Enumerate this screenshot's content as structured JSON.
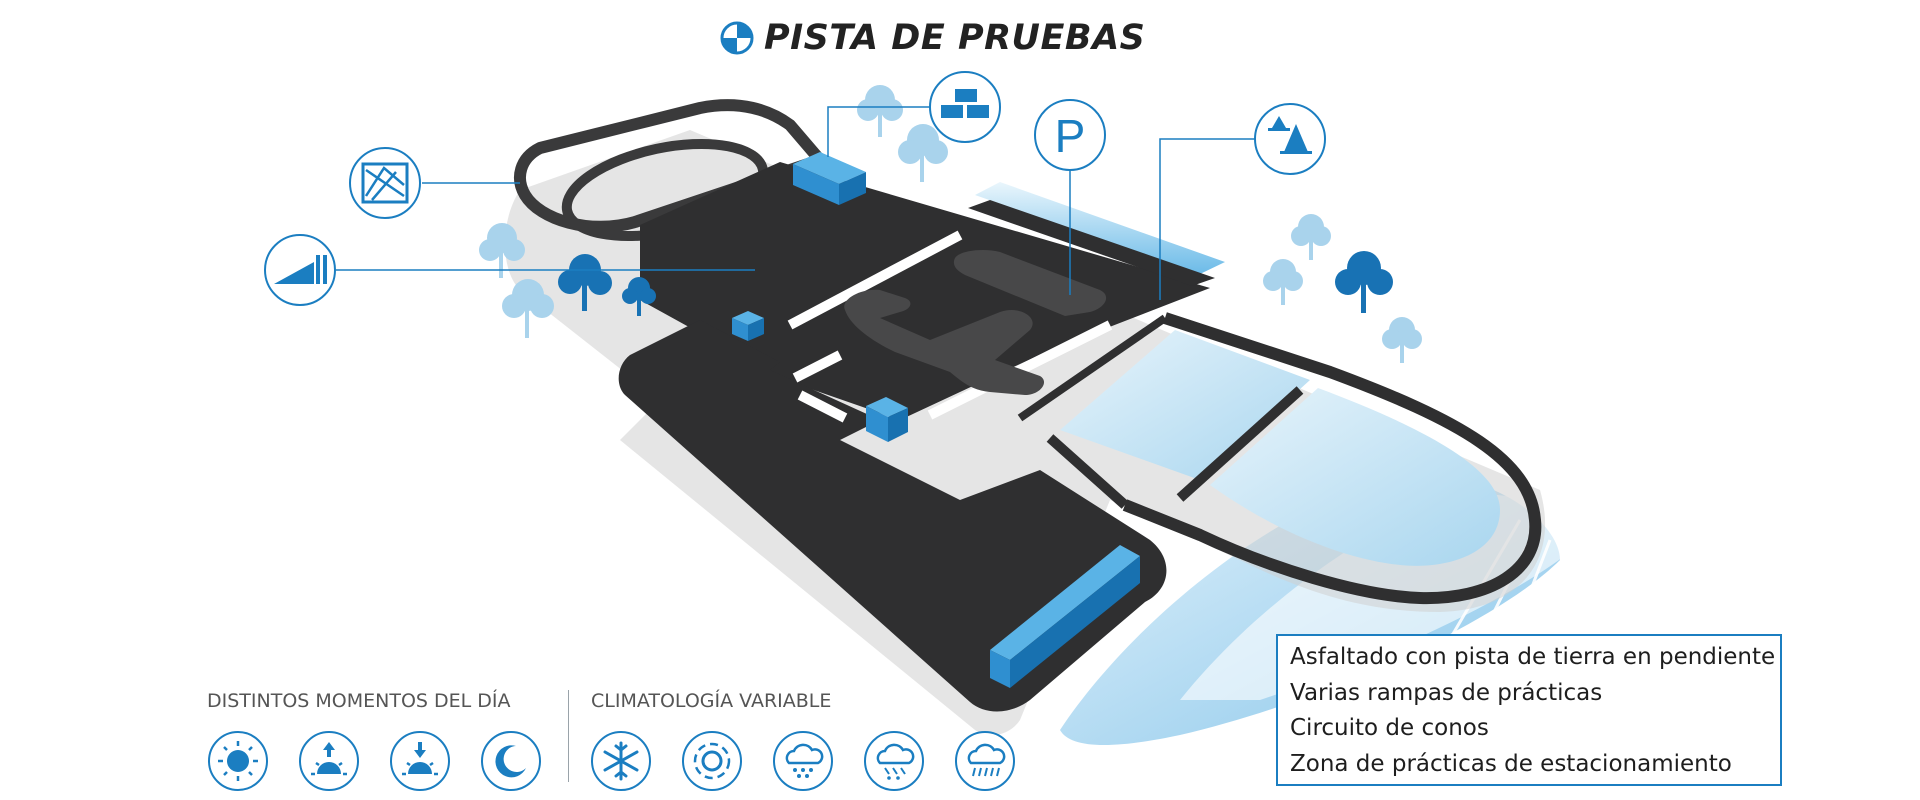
{
  "title": "PISTA DE PRUEBAS",
  "sections": {
    "day_moments": {
      "label": "DISTINTOS  MOMENTOS DEL DÍA",
      "icons": [
        "sun-icon",
        "sunrise-icon",
        "sunset-icon",
        "moon-icon"
      ]
    },
    "weather": {
      "label": "CLIMATOLOGÍA VARIABLE",
      "icons": [
        "snowflake-icon",
        "fog-icon",
        "snow-cloud-icon",
        "sleet-cloud-icon",
        "rain-cloud-icon"
      ]
    }
  },
  "legend": {
    "items": [
      "Asfaltado con pista de tierra en pendiente",
      "Varias rampas de prácticas",
      "Circuito de conos",
      "Zona de prácticas de estacionamiento"
    ]
  },
  "callouts": [
    "dirt-track-icon",
    "ramp-icon",
    "blocks-icon",
    "parking-icon",
    "cones-icon"
  ],
  "colors": {
    "accent": "#1b7ec1",
    "asphalt": "#2f2f30",
    "track": "#3a3a3b",
    "shadow": "#c9c9c9",
    "light_blue": "#bfe0f3",
    "tree_dark": "#1872b4",
    "tree_light": "#a9d3ec"
  }
}
